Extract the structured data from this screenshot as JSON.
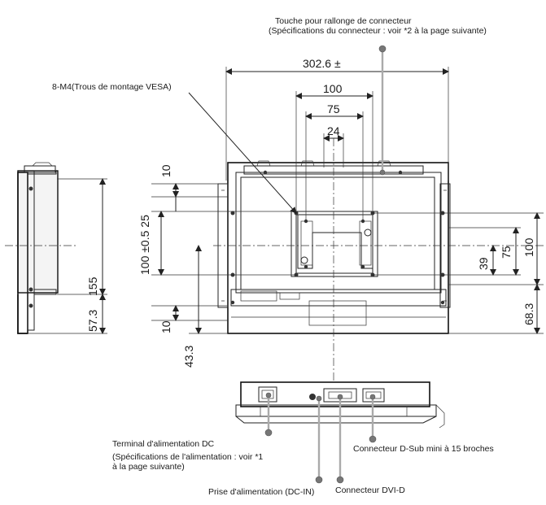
{
  "callouts": {
    "connector_key_line1": "Touche pour rallonge de connecteur",
    "connector_key_line2": "(Spécifications du connecteur : voir *2 à la page suivante)",
    "vesa": "8-M4(Trous de montage VESA)",
    "dc_terminal_line1": "Terminal d'alimentation DC",
    "dc_terminal_line2": "(Spécifications de l'alimentation : voir *1",
    "dc_terminal_line3": "à la page suivante)",
    "dc_in": "Prise d'alimentation (DC-IN)",
    "dvi": "Connecteur DVI-D",
    "dsub": "Connecteur D-Sub mini à 15 broches"
  },
  "dimensions": {
    "width_total": "302.6",
    "tolerance_mark": "±",
    "d100": "100",
    "d75": "75",
    "d24": "24",
    "d10_top": "10",
    "d25": "100 ±0.5 25",
    "d100_left": "100 ±0.5",
    "d10_bottom": "10",
    "d43_3": "43.3",
    "d155": "155",
    "d57_3": "57.3",
    "d39": "39",
    "d75_right": "75",
    "d100_right": "100",
    "d68_3": "68.3"
  }
}
